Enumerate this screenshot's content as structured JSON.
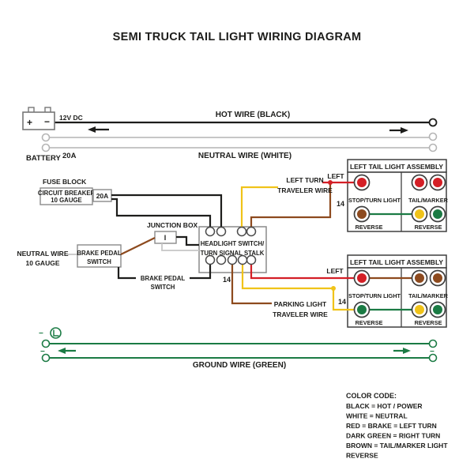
{
  "title": "SEMI TRUCK TAIL LIGHT WIRING DIAGRAM",
  "colors": {
    "hot_black": "#1d1d1b",
    "neutral_white": "#c6c6c6",
    "red": "#d41f26",
    "yellow": "#f0c319",
    "brown": "#8d4a1e",
    "green": "#1b7b44"
  },
  "battery": {
    "label": "BATTERY",
    "voltage": "12V DC",
    "plus": "+",
    "minus": "−",
    "fuse": "20A"
  },
  "top_wires": {
    "hot": "HOT WIRE (BLACK)",
    "neutral": "NEUTRAL WIRE (WHITE)"
  },
  "fuse_block": {
    "label": "FUSE BLOCK",
    "name1": "CIRCUIT BREAKER",
    "name2": "10 GAUGE",
    "amp": "20A"
  },
  "junction_box": {
    "label": "JUNCTION BOX",
    "symbol": "I"
  },
  "neutral_branch": {
    "line1": "NEUTRAL WIRE",
    "line2": "10 GAUGE"
  },
  "brake_switch_box": {
    "line1": "BRAKE PEDAL",
    "line2": "SWITCH"
  },
  "brake_switch_label": {
    "line1": "BRAKE PEDAL",
    "line2": "SWITCH"
  },
  "headlight_switch": {
    "line1": "HEADLIGHT SWITCH/",
    "line2": "TURN SIGNAL STALK",
    "gauge": "14"
  },
  "left_turn": {
    "line1": "LEFT TURN",
    "line2": "TRAVELER WIRE",
    "side": "LEFT",
    "gauge": "14"
  },
  "parking": {
    "line1": "PARKING LIGHT",
    "line2": "TRAVELER WIRE",
    "side": "LEFT",
    "gauge": "14"
  },
  "assembly_upper": {
    "title": "LEFT TAIL LIGHT ASSEMBLY",
    "stop_turn": "STOP/TURN LIGHT",
    "tail_marker": "TAIL/MARKER",
    "reverse_l": "REVERSE",
    "reverse_r": "REVERSE"
  },
  "assembly_lower": {
    "title": "LEFT TAIL LIGHT ASSEMBLY",
    "stop_turn": "STOP/TURN LIGHT",
    "tail_marker": "TAIL/MARKER",
    "reverse_l": "REVERSE",
    "reverse_r": "REVERSE"
  },
  "ground": {
    "label": "GROUND WIRE (GREEN)",
    "minus_top": "−",
    "minus_left": "−",
    "minus_right": "−"
  },
  "color_code": {
    "title": "COLOR CODE:",
    "items": [
      "BLACK = HOT / POWER",
      "WHITE = NEUTRAL",
      "RED = BRAKE = LEFT TURN",
      "DARK GREEN = RIGHT TURN",
      "BROWN = TAIL/MARKER LIGHT",
      "REVERSE"
    ]
  }
}
